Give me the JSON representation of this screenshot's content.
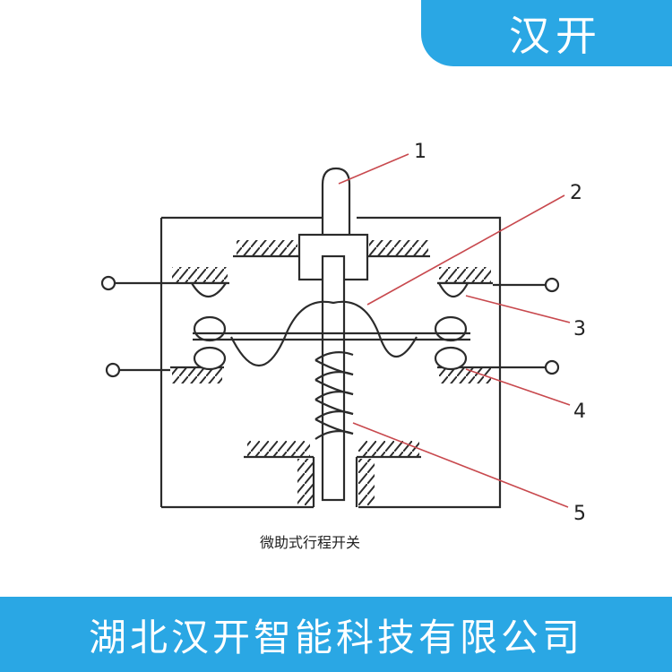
{
  "header": {
    "brand": "汉开"
  },
  "diagram": {
    "caption": "微助式行程开关",
    "labels": [
      "1",
      "2",
      "3",
      "4",
      "5"
    ]
  },
  "footer": {
    "company": "湖北汉开智能科技有限公司"
  },
  "colors": {
    "accent": "#2aa7e4",
    "line": "#2b2b2b",
    "leader": "#c8494e"
  }
}
